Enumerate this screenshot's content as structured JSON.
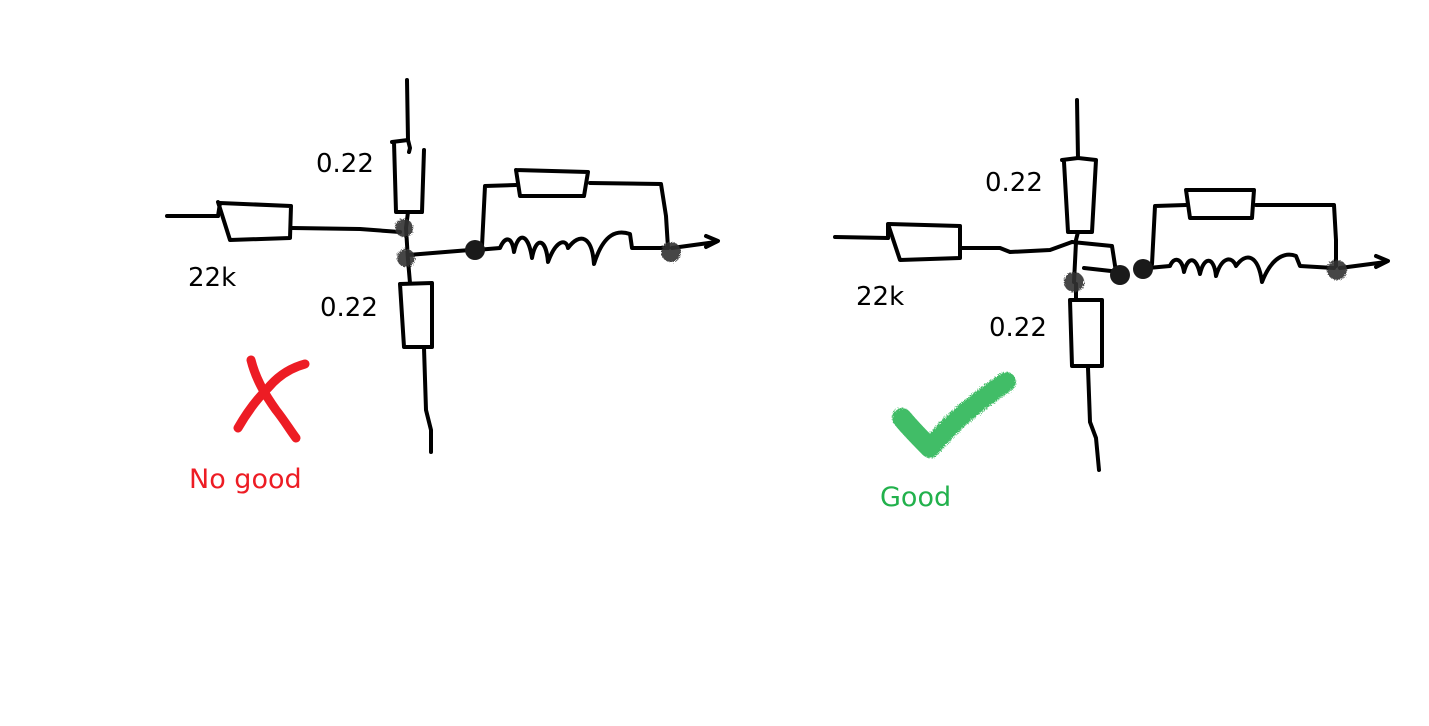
{
  "left_circuit": {
    "top_resistor_label": "0.22",
    "bottom_resistor_label": "0.22",
    "input_resistor_label": "22k",
    "verdict_text": "No good",
    "verdict_color": "#ed1c24",
    "mark_icon": "cross-icon"
  },
  "right_circuit": {
    "top_resistor_label": "0.22",
    "bottom_resistor_label": "0.22",
    "input_resistor_label": "22k",
    "verdict_text": "Good",
    "verdict_color": "#22b14c",
    "mark_icon": "check-icon"
  }
}
